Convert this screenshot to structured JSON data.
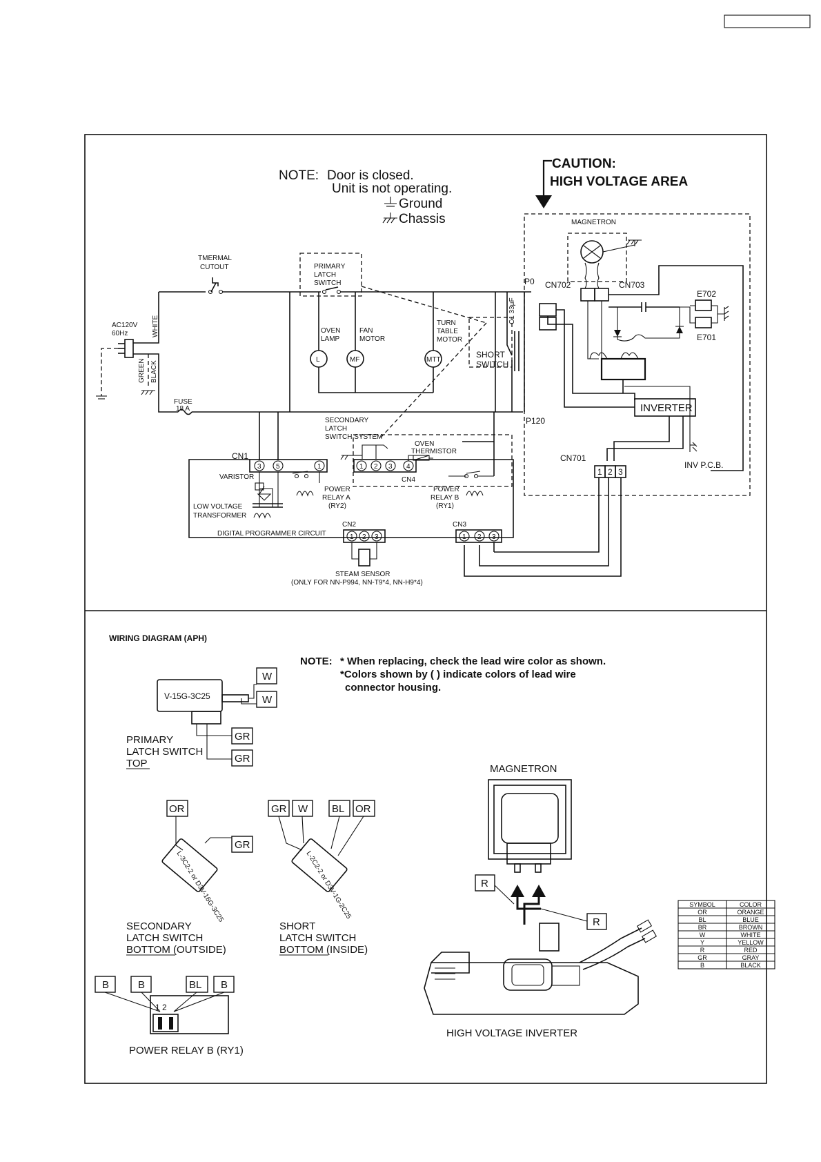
{
  "schematic": {
    "note": {
      "label": "NOTE:",
      "line1": "Door is closed.",
      "line2": "Unit is not operating.",
      "ground": "Ground",
      "chassis": "Chassis"
    },
    "caution": {
      "line1": "CAUTION:",
      "line2": "HIGH VOLTAGE AREA"
    },
    "labels": {
      "magnetron": "MAGNETRON",
      "cn702": "CN702",
      "cn703": "CN703",
      "e702": "E702",
      "e701": "E701",
      "p0": "P0",
      "p120": "P120",
      "capacitor": "C1 33μF",
      "inverter": "INVERTER",
      "cn701": "CN701",
      "inv_pcb": "INV P.C.B.",
      "thermal_1": "TMERMAL",
      "thermal_2": "CUTOUT",
      "primary_1": "PRIMARY",
      "primary_2": "LATCH",
      "primary_3": "SWITCH",
      "ac_1": "AC120V",
      "ac_2": "60Hz",
      "white": "WHITE",
      "green": "GREEN",
      "black": "BLACK",
      "fuse_1": "FUSE",
      "fuse_2": "18 A",
      "oven_lamp_1": "OVEN",
      "oven_lamp_2": "LAMP",
      "fan_motor_1": "FAN",
      "fan_motor_2": "MOTOR",
      "turn_1": "TURN",
      "turn_2": "TABLE",
      "turn_3": "MOTOR",
      "short_1": "SHORT",
      "short_2": "SWITCH",
      "lamp_sym": "L",
      "fan_sym": "MF",
      "tt_sym": "MTT",
      "sec_1": "SECONDARY",
      "sec_2": "LATCH",
      "sec_3": "SWITCH SYSTEM",
      "oven_therm_1": "OVEN",
      "oven_therm_2": "THERMISTOR",
      "cn1": "CN1",
      "cn4": "CN4",
      "varistor": "VARISTOR",
      "relay_a_1": "POWER",
      "relay_a_2": "RELAY A",
      "relay_a_3": "(RY2)",
      "relay_b_1": "POWER",
      "relay_b_2": "RELAY B",
      "relay_b_3": "(RY1)",
      "lvt_1": "LOW VOLTAGE",
      "lvt_2": "TRANSFORMER",
      "dpc": "DIGITAL PROGRAMMER CIRCUIT",
      "cn2": "CN2",
      "cn3": "CN3",
      "steam_1": "STEAM SENSOR",
      "steam_2": "(ONLY FOR NN-P994, NN-T9*4, NN-H9*4)",
      "pin1": "1",
      "pin2": "2",
      "pin3": "3",
      "pin4": "4",
      "pin5": "5"
    }
  },
  "wiring": {
    "title": "WIRING DIAGRAM (APH)",
    "note_label": "NOTE:",
    "note_1": "* When replacing, check the lead wire color as shown.",
    "note_2": "*Colors shown by ( ) indicate colors of lead wire",
    "note_3": "connector housing.",
    "primary_part": "V-15G-3C25",
    "primary_1": "PRIMARY",
    "primary_2": "LATCH SWITCH",
    "primary_3": "TOP",
    "secondary_1": "SECONDARY",
    "secondary_2": "LATCH SWITCH",
    "secondary_3a": "BOTTOM",
    "secondary_3b": " (OUTSIDE)",
    "short_1": "SHORT",
    "short_2": "LATCH SWITCH",
    "short_3a": "BOTTOM",
    "short_3b": " (INSIDE)",
    "sec_part": "L-3C2-2 or D3V-16G-3C25",
    "short_part": "L-2C2-2 or D3V-1G-2C25",
    "relay_label": "POWER RELAY B (RY1)",
    "relay_pins": "1  2",
    "magnetron": "MAGNETRON",
    "inverter": "HIGH VOLTAGE INVERTER",
    "tags": {
      "w": "W",
      "gr": "GR",
      "or": "OR",
      "bl": "BL",
      "b": "B",
      "r": "R"
    },
    "color_table": {
      "headers": [
        "SYMBOL",
        "COLOR"
      ],
      "rows": [
        [
          "OR",
          "ORANGE"
        ],
        [
          "BL",
          "BLUE"
        ],
        [
          "BR",
          "BROWN"
        ],
        [
          "W",
          "WHITE"
        ],
        [
          "Y",
          "YELLOW"
        ],
        [
          "R",
          "RED"
        ],
        [
          "GR",
          "GRAY"
        ],
        [
          "B",
          "BLACK"
        ]
      ]
    }
  }
}
